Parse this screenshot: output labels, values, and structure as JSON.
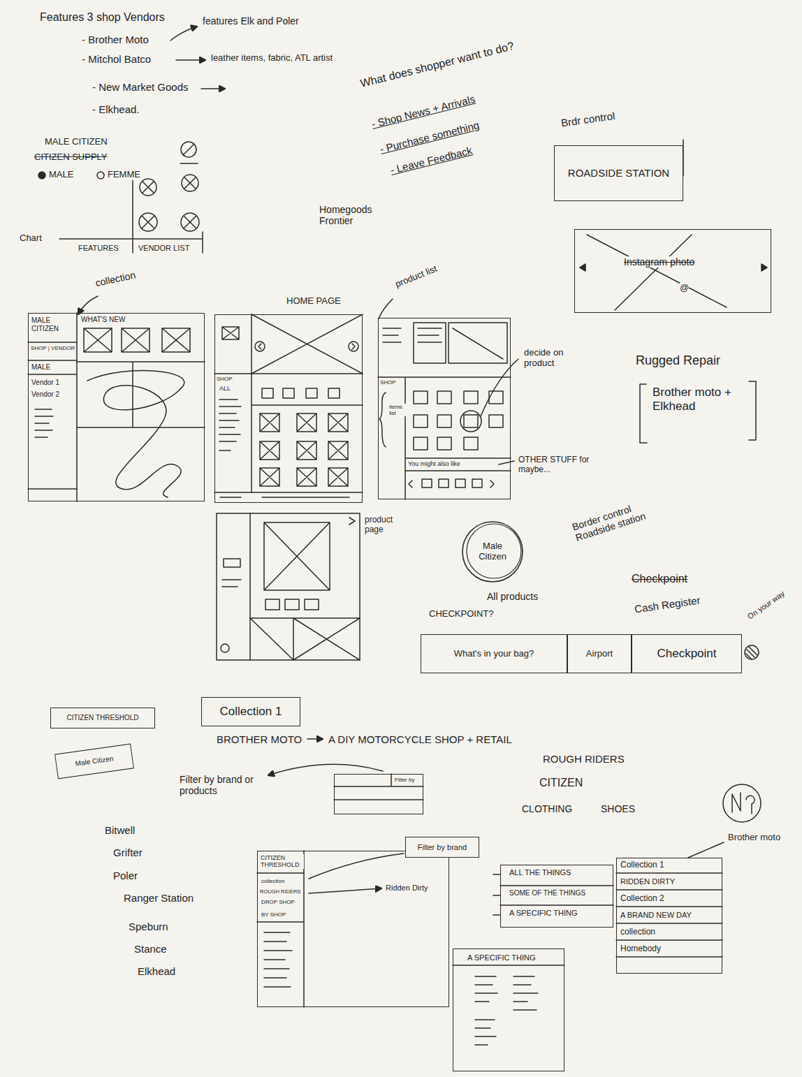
{
  "diagram": {
    "nodes": [
      {
        "text": [
          "ROADSIDE STATION"
        ]
      },
      {
        "text": [
          "Instagram photo",
          "@"
        ]
      },
      {
        "text": [
          "MALE CITIZEN",
          "WHAT'S NEW",
          "SHOP | VENDOR",
          "MALE",
          "Vendor 1",
          "Vendor 2"
        ]
      },
      {
        "text": [
          "SHOP",
          "ALL"
        ]
      },
      {
        "text": [
          "SHOP",
          "You might also like"
        ]
      },
      {
        "text": [
          "Male Citizen"
        ]
      },
      {
        "text": [
          "What's in your bag?"
        ]
      },
      {
        "text": [
          "Airport"
        ]
      },
      {
        "text": [
          "Checkpoint"
        ]
      },
      {
        "text": [
          "CITIZEN THRESHOLD"
        ]
      },
      {
        "text": [
          "Male Citizen"
        ]
      },
      {
        "text": [
          "Collection 1"
        ]
      },
      {
        "text": [
          "Filter by"
        ]
      },
      {
        "text": [
          "CITIZEN THRESHOLD",
          "collection",
          "ROUGH RIDERS",
          "DROP SHOP",
          "BY SHOP"
        ]
      },
      {
        "text": [
          "Filter by brand"
        ]
      },
      {
        "text": [
          "ALL THE THINGS",
          "SOME OF THE THINGS",
          "A SPECIFIC THING"
        ]
      },
      {
        "text": [
          "Collection 1",
          "RIDDEN DIRTY",
          "Collection 2",
          "A BRAND NEW DAY",
          "collection",
          "Homebody"
        ]
      },
      {
        "text": [
          "A SPECIFIC THING"
        ]
      }
    ],
    "labels": [
      "Features 3 shop Vendors",
      "- Brother Moto",
      "features Elk and Poler",
      "- Mitchol Batco",
      "leather items, fabric, ATL artist",
      "- New Market Goods",
      "- Elkhead.",
      "What does shopper want to do?",
      "- Shop News + Arrivals",
      "- Purchase something",
      "- Leave Feedback",
      "Homegoods Frontier",
      "Brdr control",
      "MALE CITIZEN",
      "CITIZEN SUPPLY",
      "MALE",
      "FEMME",
      "Chart",
      "FEATURES",
      "VENDOR LIST",
      "collection",
      "HOME PAGE",
      "product list",
      "items list",
      "decide on product",
      "OTHER STUFF for maybe...",
      "product page",
      "Rugged Repair",
      "Brother moto + Elkhead",
      "Border control Roadside station",
      "All products",
      "CHECKPOINT?",
      "Checkpoint",
      "Cash Register",
      "On your way",
      "BROTHER MOTO",
      "A DIY MOTORCYCLE SHOP + RETAIL",
      "ROUGH RIDERS",
      "CITIZEN",
      "CLOTHING",
      "SHOES",
      "Filter by brand or products",
      "Bitwell",
      "Grifter",
      "Poler",
      "Ranger Station",
      "Speburn",
      "Stance",
      "Elkhead",
      "Ridden Dirty",
      "Brother moto"
    ]
  }
}
